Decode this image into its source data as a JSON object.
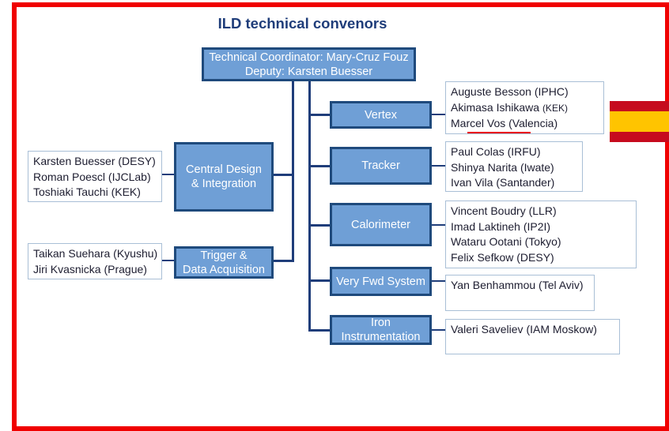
{
  "title": "ILD technical convenors",
  "coordinator": {
    "line1": "Technical Coordinator: Mary-Cruz Fouz",
    "line2": "Deputy: Karsten Buesser"
  },
  "left_groups": [
    {
      "box_line1": "Central Design",
      "box_line2": "& Integration",
      "names": [
        "Karsten Buesser (DESY)",
        "Roman Poescl  (IJCLab)",
        "Toshiaki Tauchi (KEK)"
      ]
    },
    {
      "box_line1": "Trigger &",
      "box_line2": "Data Acquisition",
      "names": [
        "Taikan Suehara (Kyushu)",
        "Jiri Kvasnicka (Prague)"
      ]
    }
  ],
  "right_groups": [
    {
      "box_line1": "Vertex",
      "box_line2": "",
      "names": [
        {
          "name": "Auguste Besson",
          "inst": "(IPHC)"
        },
        {
          "name": "Akimasa Ishikawa",
          "inst": "(KEK)"
        },
        {
          "name": "Marcel Vos",
          "inst": "(Valencia)"
        }
      ]
    },
    {
      "box_line1": "Tracker",
      "box_line2": "",
      "names": [
        {
          "name": "Paul Colas",
          "inst": "(IRFU)"
        },
        {
          "name": "Shinya Narita",
          "inst": "(Iwate)"
        },
        {
          "name": "Ivan Vila",
          "inst": "(Santander)"
        }
      ]
    },
    {
      "box_line1": "Calorimeter",
      "box_line2": "",
      "names": [
        {
          "name": "Vincent Boudry",
          "inst": "(LLR)"
        },
        {
          "name": "Imad Laktineh ",
          "inst": "(IP2I)"
        },
        {
          "name": "Wataru Ootani",
          "inst": "(Tokyo)"
        },
        {
          "name": "Felix Sefkow",
          "inst": "(DESY)"
        }
      ]
    },
    {
      "box_line1": "Very Fwd System",
      "box_line2": "",
      "names": [
        {
          "name": "Yan Benhammou",
          "inst": "(Tel Aviv)"
        }
      ]
    },
    {
      "box_line1": "Iron",
      "box_line2": "Instrumentation",
      "names": [
        {
          "name": "Valeri Saveliev",
          "inst": "(IAM Moskow)"
        }
      ]
    }
  ],
  "colors": {
    "frame_border": "#f00000",
    "box_fill": "#6f9fd6",
    "box_border": "#1f4a7c",
    "title": "#1f3d7a",
    "flag_red": "#c60b1e",
    "flag_yellow": "#ffc400",
    "highlight_underline": "#e8000b"
  },
  "icons": {
    "flag": "spain-flag-icon"
  }
}
